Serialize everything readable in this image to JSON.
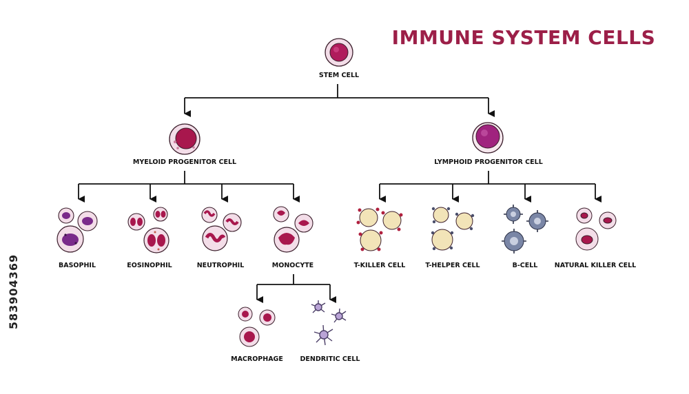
{
  "title": "IMMUNE SYSTEM CELLS",
  "stock_id": "583904369",
  "colors": {
    "title": "#9c1f48",
    "myeloid_nucleus": "#a8174d",
    "lymphoid_nucleus": "#a0237e",
    "cytoplasm": "#f3dde8",
    "t_cell_body": "#f2e4b8",
    "b_cell_body": "#7a86a6",
    "dendritic": "#b9a3d6"
  },
  "nodes": {
    "stem": "STEM CELL",
    "myeloid": "MYELOID PROGENITOR CELL",
    "lymphoid": "LYMPHOID PROGENITOR CELL",
    "basophil": "BASOPHIL",
    "eosinophil": "EOSINOPHIL",
    "neutrophil": "NEUTROPHIL",
    "monocyte": "MONOCYTE",
    "t_killer": "T-KILLER CELL",
    "t_helper": "T-HELPER CELL",
    "b_cell": "B-CELL",
    "nk_cell": "NATURAL KILLER CELL",
    "macrophage": "MACROPHAGE",
    "dendritic": "DENDRITIC CELL"
  }
}
